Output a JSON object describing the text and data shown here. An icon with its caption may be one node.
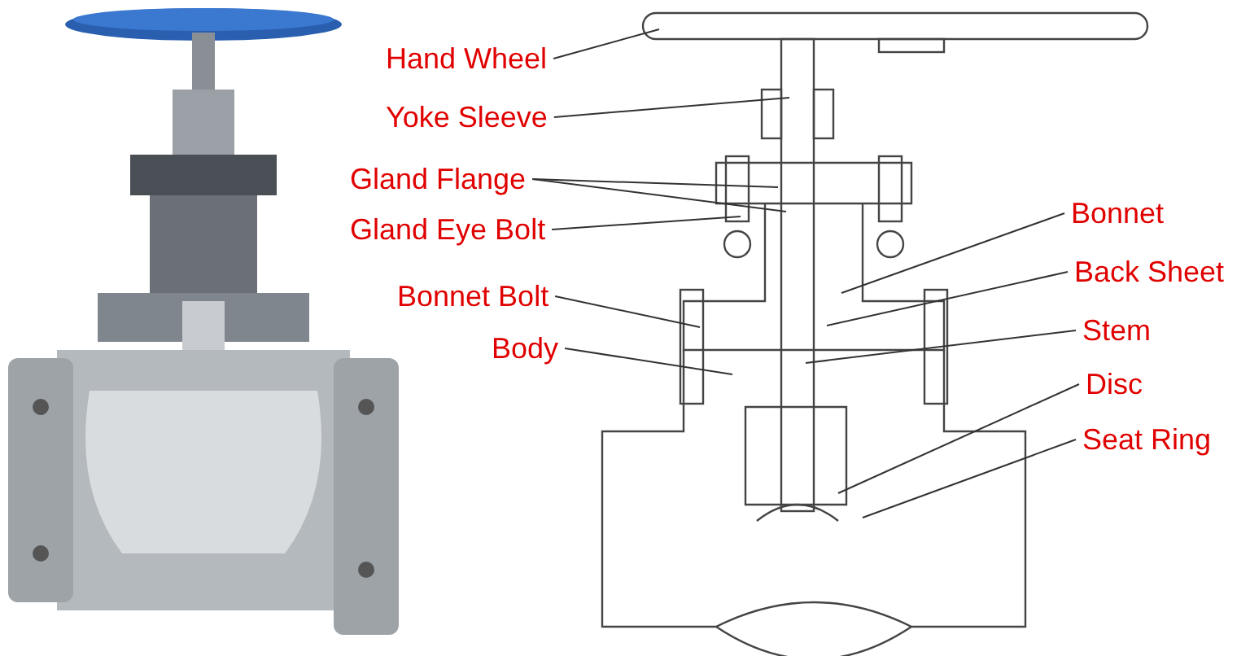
{
  "diagram": {
    "nodes": [
      {
        "text": [
          "Hand Wheel"
        ]
      },
      {
        "text": [
          "Yoke Sleeve"
        ]
      },
      {
        "text": [
          "Gland Flange"
        ]
      },
      {
        "text": [
          "Gland Eye Bolt"
        ]
      },
      {
        "text": [
          "Bonnet Bolt"
        ]
      },
      {
        "text": [
          "Body"
        ]
      },
      {
        "text": [
          "Bonnet"
        ]
      },
      {
        "text": [
          "Back Sheet"
        ]
      },
      {
        "text": [
          "Stem"
        ]
      },
      {
        "text": [
          "Disc"
        ]
      },
      {
        "text": [
          "Seat Ring"
        ]
      }
    ],
    "edges": [
      {
        "from": 0,
        "to": null,
        "arrow": "none"
      },
      {
        "from": 1,
        "to": null,
        "arrow": "none"
      },
      {
        "from": 2,
        "to": null,
        "arrow": "none"
      },
      {
        "from": 2,
        "to": null,
        "arrow": "none"
      },
      {
        "from": 3,
        "to": null,
        "arrow": "none"
      },
      {
        "from": 4,
        "to": null,
        "arrow": "none"
      },
      {
        "from": 5,
        "to": null,
        "arrow": "none"
      },
      {
        "from": 6,
        "to": null,
        "arrow": "none"
      },
      {
        "from": 7,
        "to": null,
        "arrow": "none"
      },
      {
        "from": 8,
        "to": null,
        "arrow": "none"
      },
      {
        "from": 9,
        "to": null,
        "arrow": "none"
      },
      {
        "from": 10,
        "to": null,
        "arrow": "none"
      }
    ]
  }
}
